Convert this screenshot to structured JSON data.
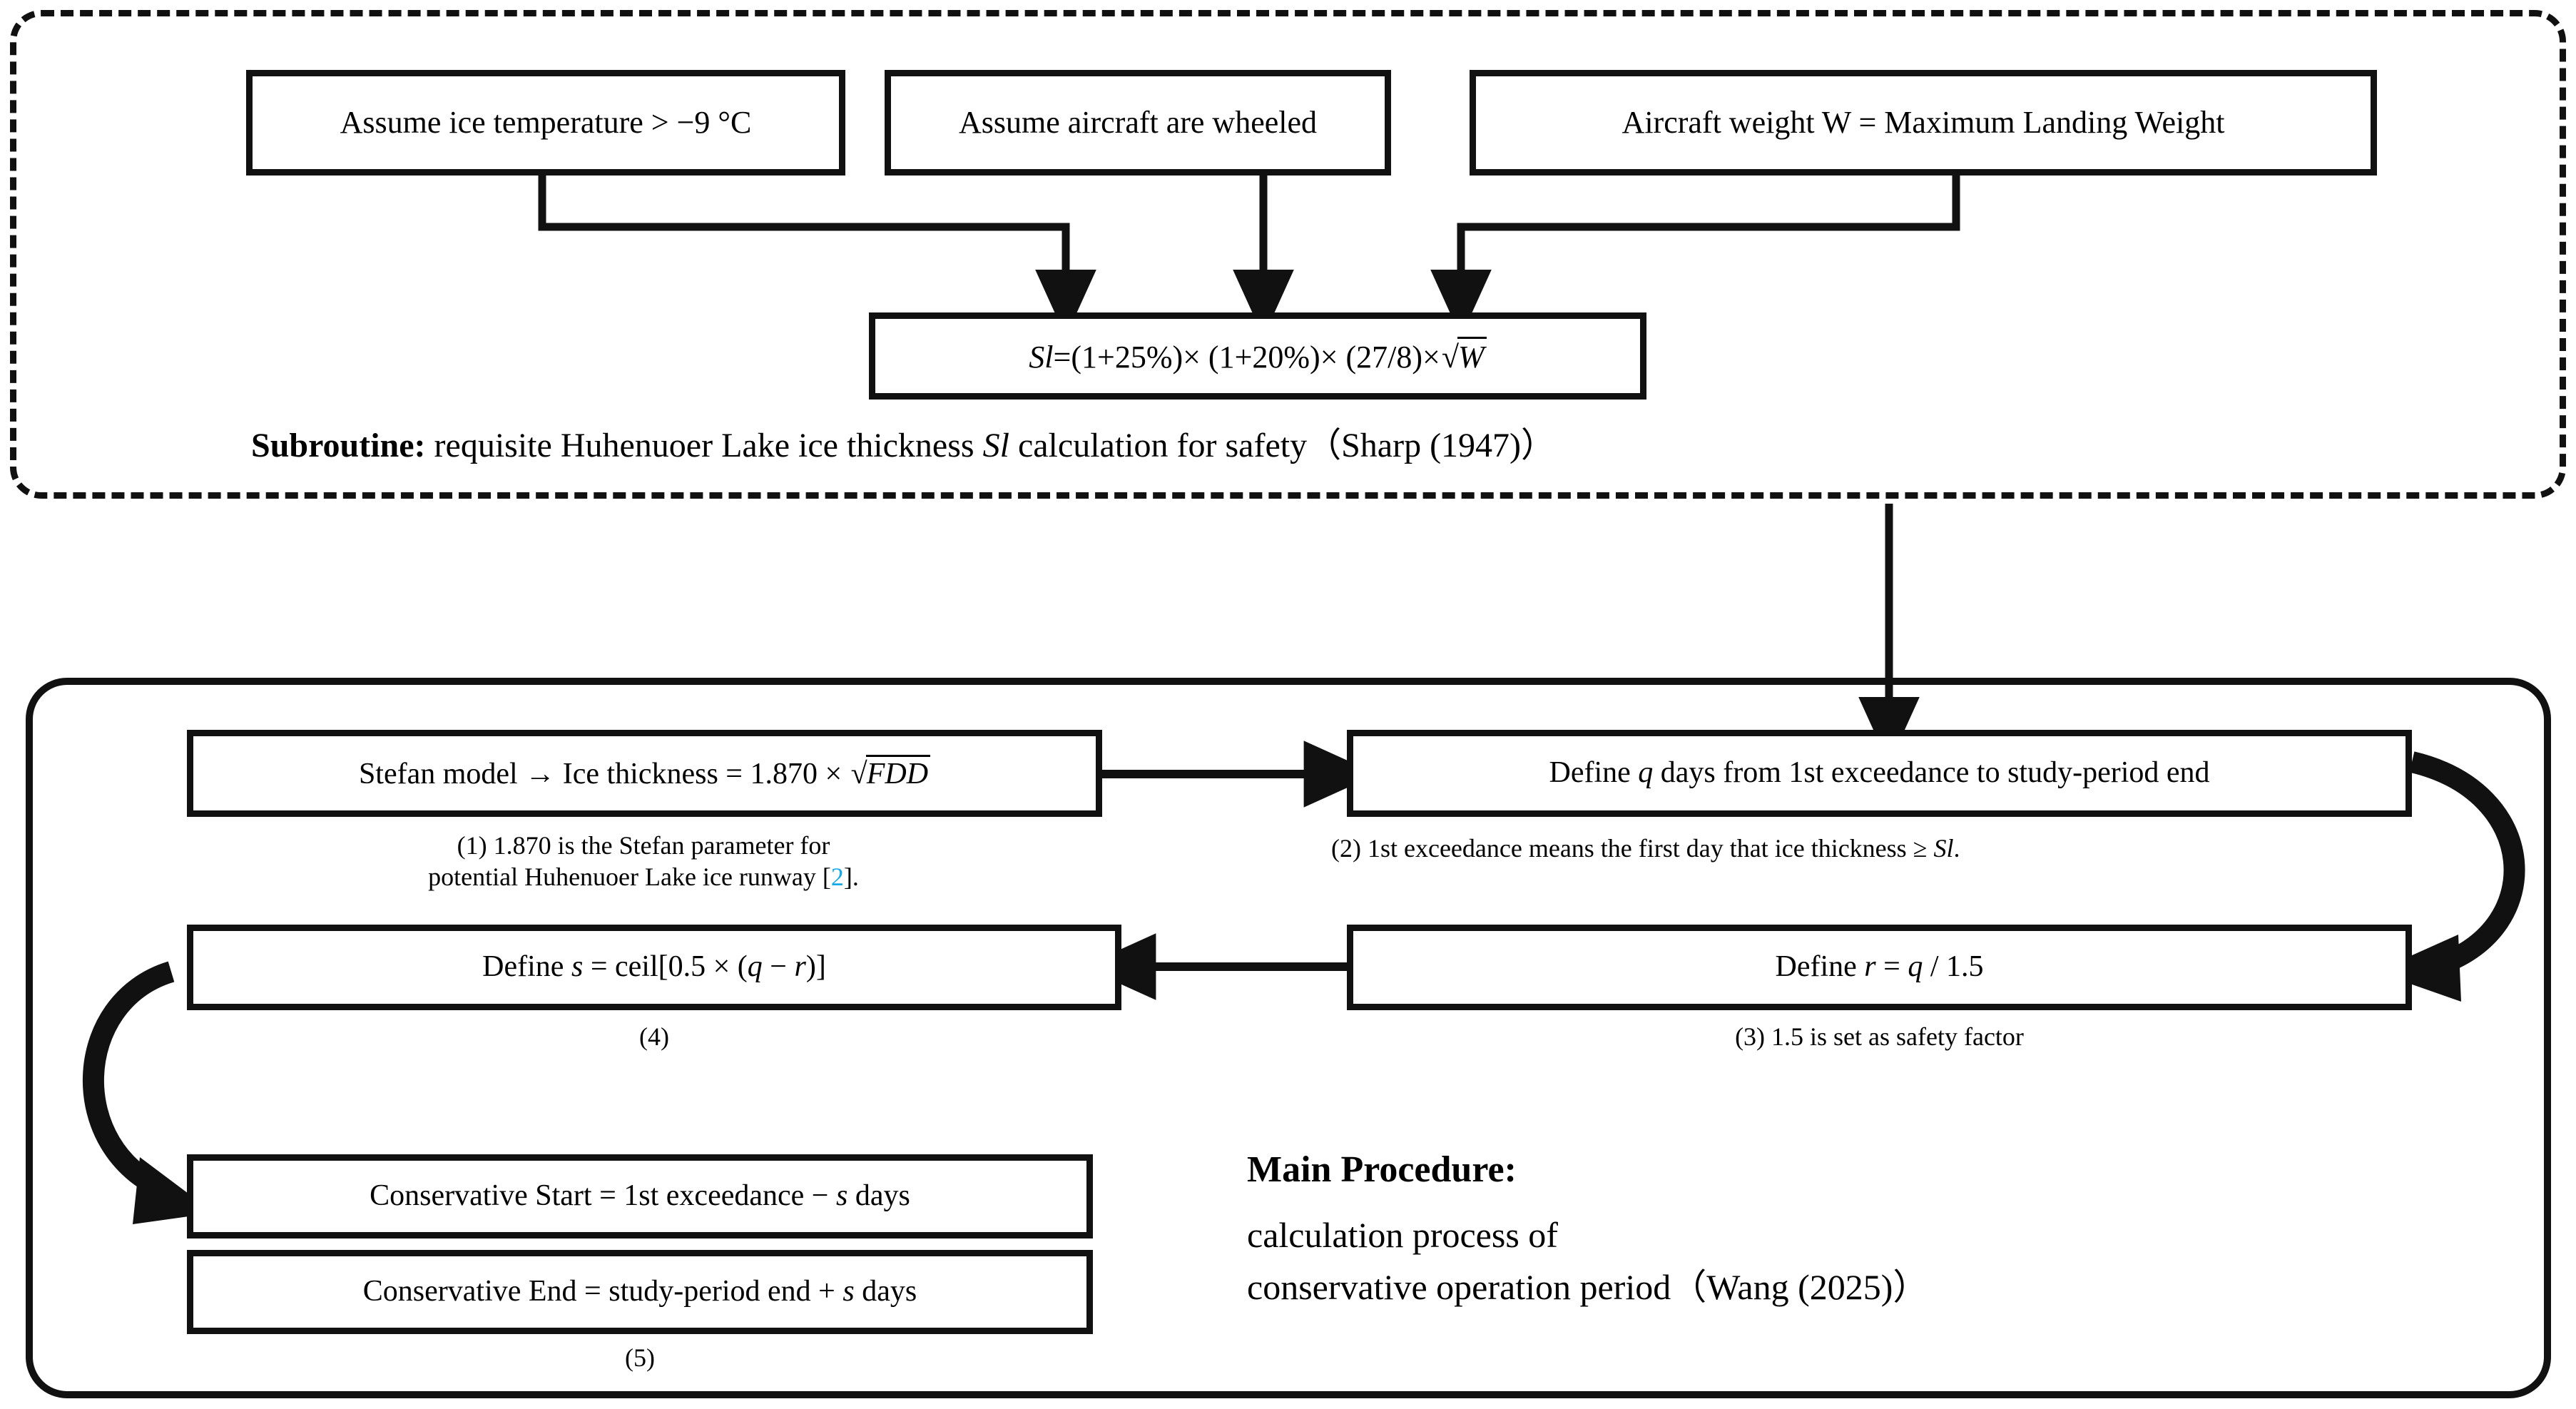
{
  "diagram": {
    "title_subroutine_prefix": "Subroutine:",
    "title_subroutine_rest": " requisite Huhenuoer Lake ice thickness ",
    "title_subroutine_var": "Sl",
    "title_subroutine_tail": " calculation for safety（Sharp (1947)）"
  },
  "subroutine": {
    "assumptions": [
      {
        "text": "Assume ice temperature > −9 °C"
      },
      {
        "text": "Assume aircraft are wheeled"
      },
      {
        "text": "Aircraft weight W = Maximum Landing Weight"
      }
    ],
    "formula": {
      "lhs": "Sl",
      "eq": "=(1+25%)× (1+20%)× (27/8)×",
      "radicand": "W"
    }
  },
  "main": {
    "heading": "Main Procedure:",
    "description_line1": "calculation process of",
    "description_line2": "conservative operation period（Wang (2025)）",
    "steps": [
      {
        "id": "stefan",
        "prefix": "Stefan model → Ice thickness = 1.870 × ",
        "radicand": "FDD"
      },
      {
        "id": "define-q",
        "pre": "Define ",
        "var": "q",
        "post": " days from 1st exceedance to study-period end"
      },
      {
        "id": "define-r",
        "pre": "Define ",
        "var": "r",
        "post": " = ",
        "var2": "q",
        "post2": " / 1.5"
      },
      {
        "id": "define-s",
        "pre": "Define ",
        "var": "s",
        "post": " = ceil[0.5 × (",
        "var2": "q",
        "post2": " − ",
        "var3": "r",
        "post3": ")]"
      },
      {
        "id": "conservative-start",
        "pre": "Conservative Start = 1st exceedance − ",
        "var": "s",
        "post": " days"
      },
      {
        "id": "conservative-end",
        "pre": "Conservative End = study-period end + ",
        "var": "s",
        "post": " days"
      }
    ],
    "notes": {
      "n1_line1": "(1) 1.870 is the Stefan parameter for",
      "n1_line2_pre": "potential Huhenuoer Lake ice runway [",
      "n1_citation": "2",
      "n1_line2_post": "].",
      "n2_pre": "(2) 1st exceedance means the first day that ice thickness ≥ ",
      "n2_var": "Sl",
      "n2_post": ".",
      "n3": "(3) 1.5 is set as safety factor",
      "n4": "(4)",
      "n5": "(5)"
    }
  },
  "colors": {
    "ink": "#111111",
    "citation_link": "#16a9e8",
    "box_fill": "#ffffff"
  }
}
